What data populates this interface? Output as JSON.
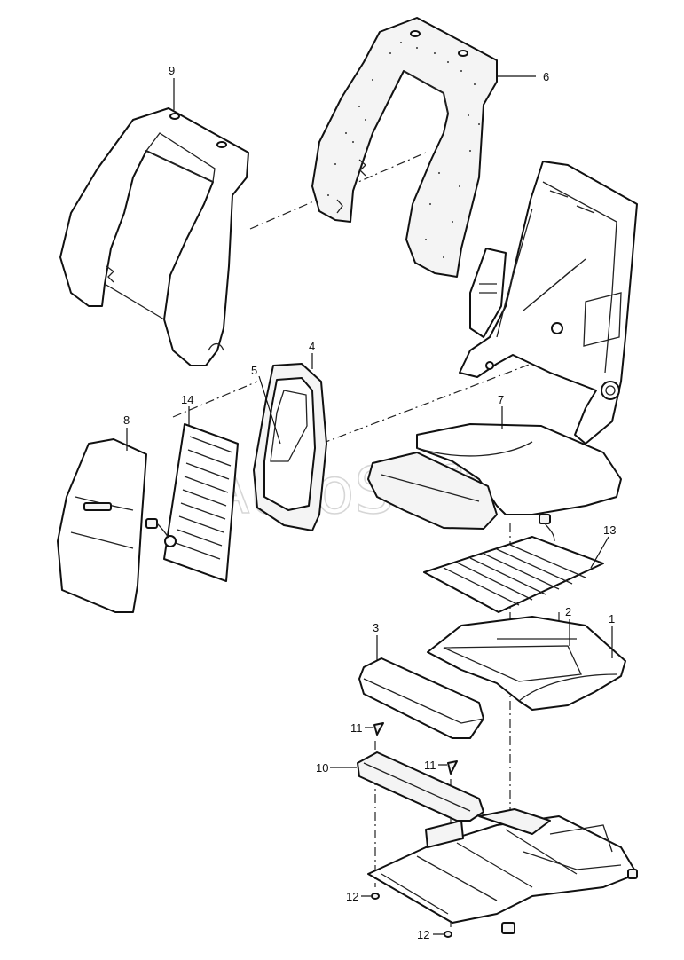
{
  "watermark": "AutoSoft",
  "callouts": {
    "p1": "1",
    "p2": "2",
    "p3": "3",
    "p4": "4",
    "p5": "5",
    "p6": "6",
    "p7": "7",
    "p8": "8",
    "p9": "9",
    "p10": "10",
    "p11a": "11",
    "p11b": "11",
    "p12a": "12",
    "p12b": "12",
    "p13": "13",
    "p14": "14"
  }
}
